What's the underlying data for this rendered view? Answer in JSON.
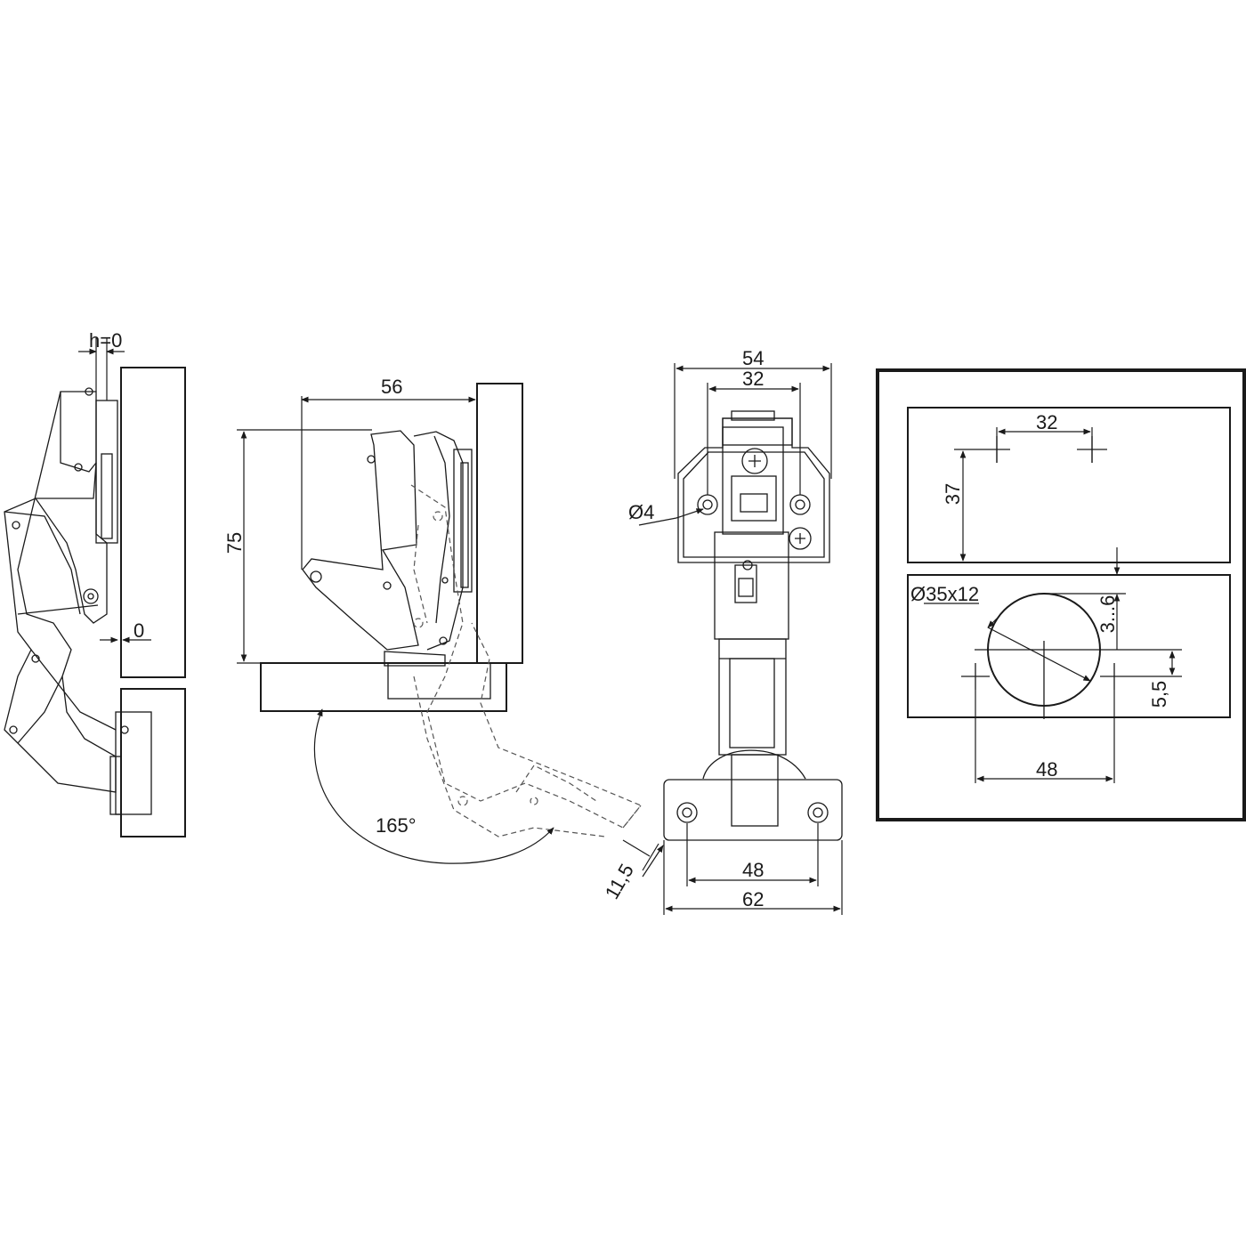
{
  "colors": {
    "line": "#1a1a1a",
    "background": "#ffffff"
  },
  "side_view": {
    "h_label": "h=0",
    "gap_label": "0"
  },
  "open_view": {
    "width_label": "56",
    "height_label": "75",
    "angle_label": "165°",
    "offset_label": "11,5"
  },
  "front_view": {
    "top_outer_label": "54",
    "top_inner_label": "32",
    "hole_label": "Ø4",
    "bottom_inner_label": "48",
    "bottom_outer_label": "62"
  },
  "drill_plan": {
    "top_spacing_label": "32",
    "height_label": "37",
    "cup_label": "Ø35x12",
    "edge_label": "3...6",
    "offset_label": "5,5",
    "spacing_label": "48"
  }
}
